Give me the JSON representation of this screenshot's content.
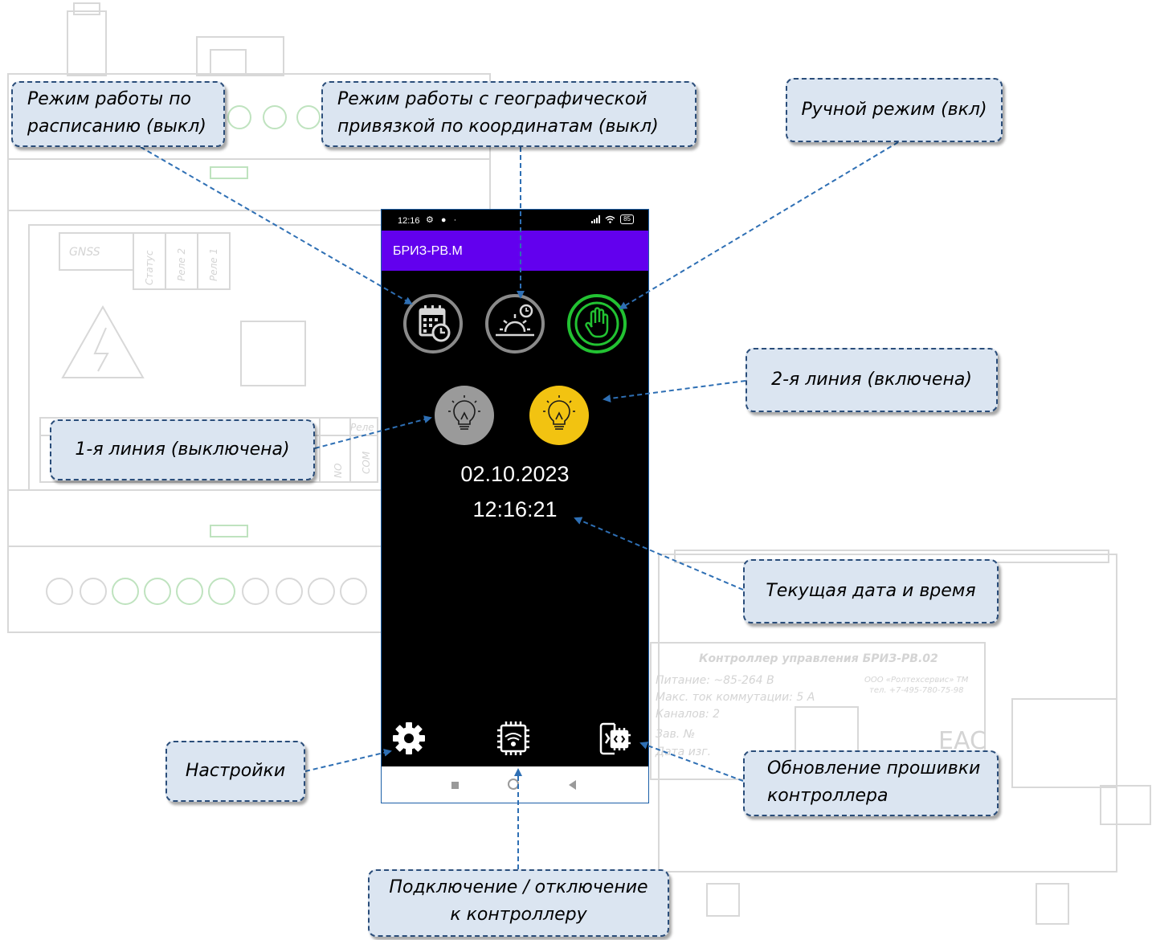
{
  "background_device": {
    "label_gnss": "GNSS",
    "label_status": "Статус",
    "label_relay2": "Реле 2",
    "label_relay1": "Реле 1",
    "label_relay_header": "Реле",
    "label_no": "NO",
    "label_com": "COM",
    "nameplate_title": "Контроллер управления БРИЗ-РВ.02",
    "nameplate_power": "Питание: ~85-264 В",
    "nameplate_current": "Макс. ток коммутации: 5 А",
    "nameplate_channels": "Каналов: 2",
    "nameplate_serial": "Зав. №",
    "nameplate_date": "Дата изг.",
    "nameplate_maker": "ООО «Ролтехсервис» ТМ",
    "nameplate_phone": "тел. +7-495-780-75-98",
    "eac_mark": "EAC"
  },
  "phone": {
    "status_time": "12:16",
    "status_battery": "85",
    "app_title": "БРИЗ-РВ.М",
    "date": "02.10.2023",
    "time": "12:16:21",
    "colors": {
      "app_bar": "#6200ee",
      "mode_inactive": "#8a8a8a",
      "mode_active": "#22c232",
      "line_off": "#9a9a9a",
      "line_on": "#f2c311"
    },
    "icons": {
      "schedule": "calendar-clock-icon",
      "geo": "sunrise-icon",
      "manual": "hand-icon",
      "line": "light-bulb-icon",
      "settings": "gear-icon",
      "connect": "chip-wifi-icon",
      "firmware": "firmware-update-icon"
    }
  },
  "callouts": {
    "schedule": {
      "line1": "Режим работы по",
      "line2": "расписанию (выкл)"
    },
    "geo": {
      "line1": "Режим работы с географической",
      "line2": "привязкой по координатам (выкл)"
    },
    "manual": "Ручной режим (вкл)",
    "line2": "2-я линия (включена)",
    "line1": "1-я линия (выключена)",
    "datetime": "Текущая дата и время",
    "settings": "Настройки",
    "firmware": {
      "line1": "Обновление прошивки",
      "line2": "контроллера"
    },
    "connect": {
      "line1": "Подключение / отключение",
      "line2": "к контроллеру"
    }
  }
}
